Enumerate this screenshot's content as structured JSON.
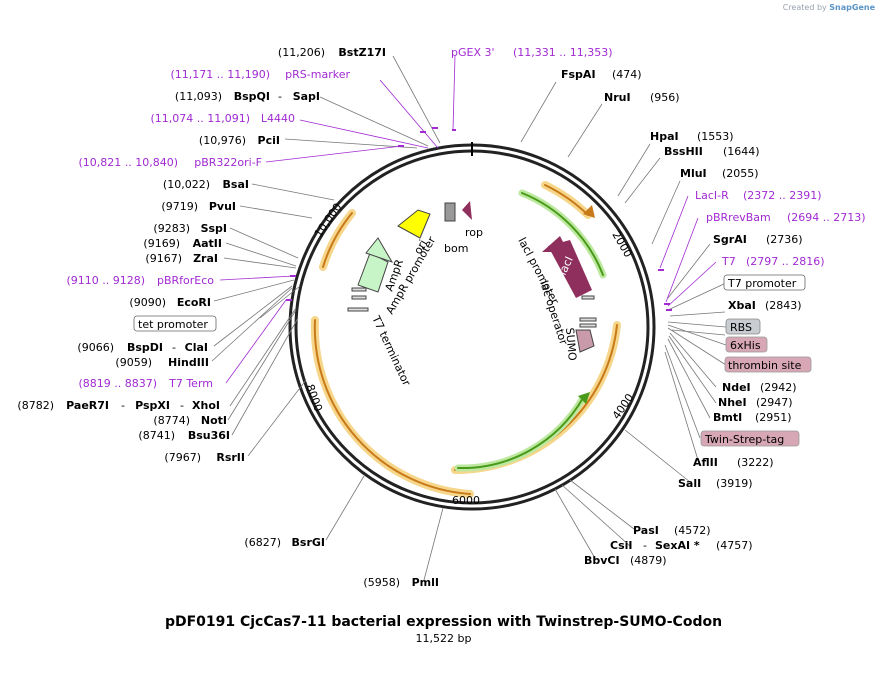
{
  "branding": {
    "created_by": "Created by",
    "brand": "SnapGene"
  },
  "plasmid": {
    "name": "pDF0191 CjcCas7-11 bacterial expression with Twinstrep-SUMO-Codon",
    "length": "11,522 bp",
    "tick_labels": [
      "2000",
      "4000",
      "6000",
      "8000",
      "10,000"
    ]
  },
  "sites_right": [
    {
      "name": "FspAI",
      "pos": "(474)"
    },
    {
      "name": "NruI",
      "pos": "(956)"
    },
    {
      "name": "HpaI",
      "pos": "(1553)"
    },
    {
      "name": "BssHII",
      "pos": "(1644)"
    },
    {
      "name": "MluI",
      "pos": "(2055)"
    },
    {
      "name": "SgrAI",
      "pos": "(2736)"
    },
    {
      "name": "XbaI",
      "pos": "(2843)"
    },
    {
      "name": "NdeI",
      "pos": "(2942)"
    },
    {
      "name": "NheI",
      "pos": "(2947)"
    },
    {
      "name": "BmtI",
      "pos": "(2951)"
    },
    {
      "name": "AflII",
      "pos": "(3222)"
    },
    {
      "name": "SalI",
      "pos": "(3919)"
    },
    {
      "name": "PasI",
      "pos": "(4572)"
    },
    {
      "name": "CsiI",
      "name2": "SexAI *",
      "pos": "(4757)"
    },
    {
      "name": "BbvCI",
      "pos": "(4879)"
    }
  ],
  "sites_left": [
    {
      "name": "BstZ17I",
      "pos": "(11,206)"
    },
    {
      "name": "BspQI",
      "name2": "SapI",
      "pos": "(11,093)"
    },
    {
      "name": "PciI",
      "pos": "(10,976)"
    },
    {
      "name": "BsaI",
      "pos": "(10,022)"
    },
    {
      "name": "PvuI",
      "pos": "(9719)"
    },
    {
      "name": "SspI",
      "pos": "(9283)"
    },
    {
      "name": "AatII",
      "pos": "(9169)"
    },
    {
      "name": "ZraI",
      "pos": "(9167)"
    },
    {
      "name": "EcoRI",
      "pos": "(9090)"
    },
    {
      "name": "BspDI",
      "name2": "ClaI",
      "pos": "(9066)"
    },
    {
      "name": "HindIII",
      "pos": "(9059)"
    },
    {
      "name": "PaeR7I",
      "name2": "PspXI",
      "name3": "XhoI",
      "pos": "(8782)"
    },
    {
      "name": "NotI",
      "pos": "(8774)"
    },
    {
      "name": "Bsu36I",
      "pos": "(8741)"
    },
    {
      "name": "RsrII",
      "pos": "(7967)"
    },
    {
      "name": "BsrGI",
      "pos": "(6827)"
    },
    {
      "name": "PmlI",
      "pos": "(5958)"
    }
  ],
  "primers": [
    {
      "name": "pGEX 3'",
      "range": "(11,331 .. 11,353)"
    },
    {
      "name": "pRS-marker",
      "range": "(11,171 .. 11,190)"
    },
    {
      "name": "L4440",
      "range": "(11,074 .. 11,091)"
    },
    {
      "name": "pBR322ori-F",
      "range": "(10,821 .. 10,840)"
    },
    {
      "name": "pBRforEco",
      "range": "(9110 .. 9128)"
    },
    {
      "name": "T7 Term",
      "range": "(8819 .. 8837)"
    },
    {
      "name": "LacI-R",
      "range": "(2372 .. 2391)"
    },
    {
      "name": "pBRrevBam",
      "range": "(2694 .. 2713)"
    },
    {
      "name": "T7",
      "range": "(2797 .. 2816)"
    }
  ],
  "features_boxed": [
    {
      "name": "T7 promoter",
      "color": "#ffffff"
    },
    {
      "name": "RBS",
      "color": "#c9cdd2"
    },
    {
      "name": "6xHis",
      "color": "#d8a7b6"
    },
    {
      "name": "thrombin site",
      "color": "#d8a7b6"
    },
    {
      "name": "Twin-Strep-tag",
      "color": "#d8a7b6"
    },
    {
      "name": "tet promoter",
      "color": "#ffffff"
    }
  ],
  "features_inner": {
    "laci": "lacI",
    "laci_promoter": "lacI promoter",
    "lac_operator": "lac operator",
    "sumo": "SUMO",
    "ampr": "AmpR",
    "ampr_promoter": "AmpR promoter",
    "ori": "ori",
    "bom": "bom",
    "rop": "rop",
    "t7_terminator": "T7 terminator"
  },
  "colors": {
    "primer": "#a12ad2",
    "orf": "#f0a53c",
    "laci": "#8e2f5e",
    "ampr": "#c8f5c8",
    "ori": "#ffff00",
    "rop": "#8e2f5e",
    "backbone": "#222222"
  }
}
